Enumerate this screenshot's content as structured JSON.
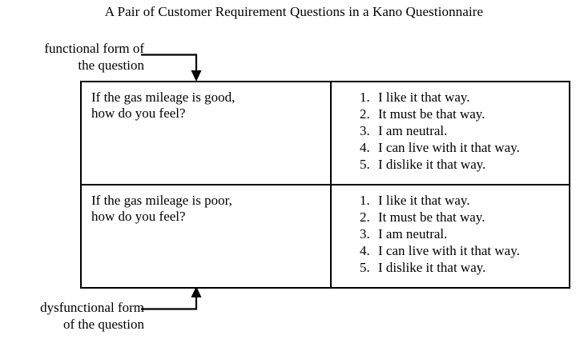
{
  "figure": {
    "title": "A Pair of Customer Requirement Questions in a Kano Questionnaire"
  },
  "annotations": {
    "functional": {
      "line1": "functional form of",
      "line2": "the question",
      "arrow_icon": "arrow-down-icon"
    },
    "dysfunctional": {
      "line1": "dysfunctional form",
      "line2": "of the question",
      "arrow_icon": "arrow-up-icon"
    }
  },
  "table": {
    "rows": [
      {
        "question": {
          "line1": "If the gas mileage is good,",
          "line2": "how do you feel?"
        },
        "answers": [
          {
            "num": "1.",
            "text": "I like it that way."
          },
          {
            "num": "2.",
            "text": "It must be that way."
          },
          {
            "num": "3.",
            "text": "I am neutral."
          },
          {
            "num": "4.",
            "text": "I can live with it that way."
          },
          {
            "num": "5.",
            "text": "I dislike it that way."
          }
        ]
      },
      {
        "question": {
          "line1": "If the gas mileage is poor,",
          "line2": "how do you feel?"
        },
        "answers": [
          {
            "num": "1.",
            "text": "I like it that way."
          },
          {
            "num": "2.",
            "text": "It must be that way."
          },
          {
            "num": "3.",
            "text": "I am neutral."
          },
          {
            "num": "4.",
            "text": "I can live with it that way."
          },
          {
            "num": "5.",
            "text": "I dislike it that way."
          }
        ]
      }
    ]
  },
  "colors": {
    "ink": "#000000",
    "paper": "#ffffff"
  }
}
